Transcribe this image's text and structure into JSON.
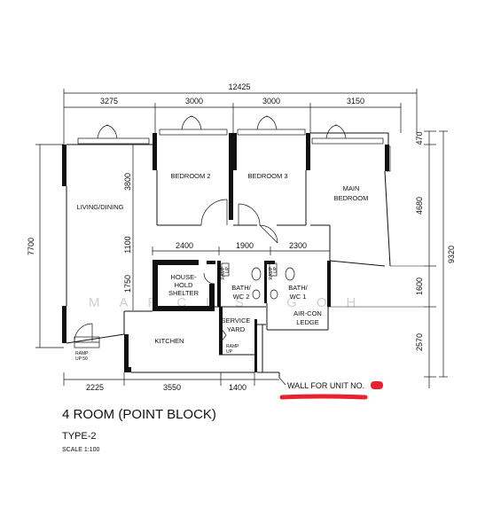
{
  "dimensions": {
    "overall_width": "12425",
    "top_segments": [
      "3275",
      "3000",
      "3000",
      "3150"
    ],
    "left_height": "7700",
    "right_segments": [
      "470",
      "4680",
      "1600",
      "2570"
    ],
    "right_total": "9320",
    "left_inner": [
      "3800",
      "1100",
      "1750"
    ],
    "middle_row": [
      "2400",
      "1900",
      "2300"
    ],
    "bottom_segments": [
      "2225",
      "3550",
      "1400"
    ]
  },
  "rooms": {
    "living_dining": "LIVING/DINING",
    "bedroom2": "BEDROOM 2",
    "bedroom3": "BEDROOM 3",
    "main_bedroom_line1": "MAIN",
    "main_bedroom_line2": "BEDROOM",
    "household_shelter_line1": "HOUSE-",
    "household_shelter_line2": "HOLD",
    "household_shelter_line3": "SHELTER",
    "bath_wc2_line1": "BATH/",
    "bath_wc2_line2": "WC 2",
    "bath_wc1_line1": "BATH/",
    "bath_wc1_line2": "WC 1",
    "aircon_line1": "AIR-CON",
    "aircon_line2": "LEDGE",
    "service_yard_line1": "SERVICE",
    "service_yard_line2": "YARD",
    "kitchen": "KITCHEN"
  },
  "ramps": {
    "ramp_up_line1": "RAMP",
    "ramp_up_line2": "UP",
    "ramp_up_50_line2": "UP 50"
  },
  "note": "WALL FOR UNIT NO.",
  "watermark": "MARCUS GOH",
  "colors": {
    "wall": "#111111",
    "highlight": "#e8232f",
    "watermark": "#cfcfcf"
  },
  "title_block": {
    "title": "4 ROOM (POINT BLOCK)",
    "subtitle": "TYPE-2",
    "scale": "SCALE 1:100"
  }
}
